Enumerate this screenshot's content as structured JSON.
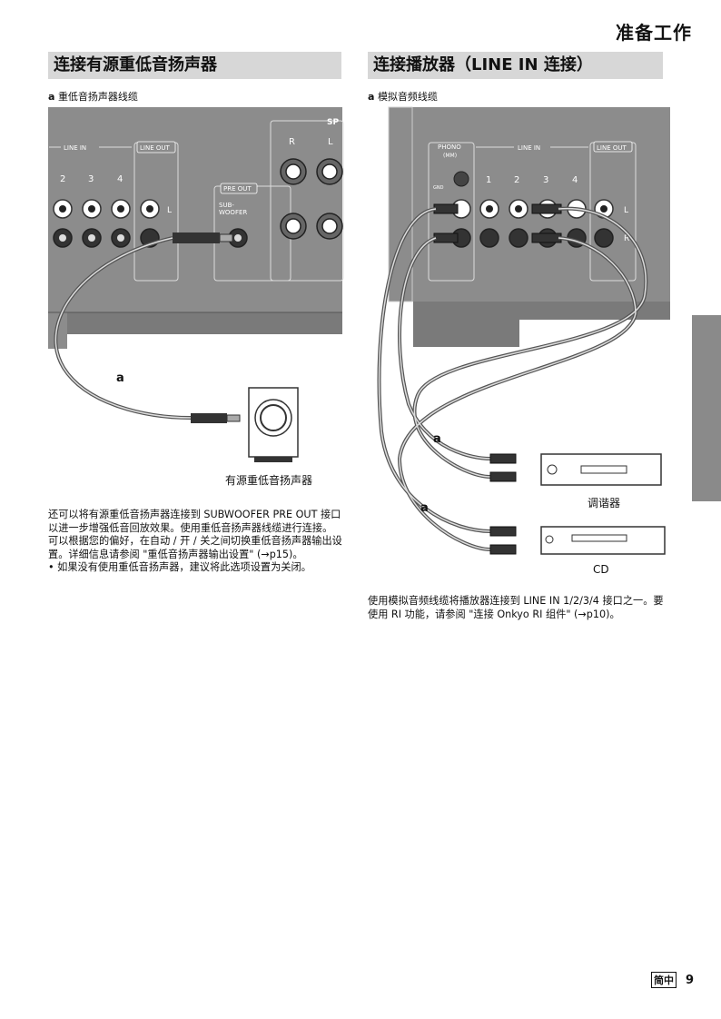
{
  "page": {
    "title": "准备工作",
    "lang_tag": "简中",
    "page_number": "9"
  },
  "left": {
    "heading": "连接有源重低音扬声器",
    "caption_letter": "a",
    "caption_text": "重低音扬声器线缆",
    "panel": {
      "line_in": "LINE IN",
      "line_out": "LINE OUT",
      "pre_out": "PRE OUT",
      "sub_woofer_1": "SUB-",
      "sub_woofer_2": "WOOFER",
      "spk": "SP",
      "ch_r": "R",
      "ch_l": "L",
      "n2": "2",
      "n3": "3",
      "n4": "4",
      "lo_l": "L"
    },
    "cable_label": "a",
    "device_label": "有源重低音扬声器",
    "paragraphs": [
      "还可以将有源重低音扬声器连接到 SUBWOOFER PRE OUT 接口以进一步增强低音回放效果。使用重低音扬声器线缆进行连接。",
      "可以根据您的偏好，在自动 / 开 / 关之间切换重低音扬声器输出设置。详细信息请参阅 \"重低音扬声器输出设置\" (→p15)。",
      "• 如果没有使用重低音扬声器，建议将此选项设置为关闭。"
    ]
  },
  "right": {
    "heading": "连接播放器（LINE IN 连接）",
    "caption_letter": "a",
    "caption_text": "模拟音频线缆",
    "panel": {
      "phono": "PHONO",
      "mm": "(MM)",
      "gnd": "GND",
      "line_in": "LINE IN",
      "line_out": "LINE OUT",
      "n1": "1",
      "n2": "2",
      "n3": "3",
      "n4": "4",
      "ch_l": "L",
      "ch_r": "R"
    },
    "cable_label_1": "a",
    "cable_label_2": "a",
    "device_1": "调谐器",
    "device_2": "CD",
    "paragraph": "使用模拟音频线缆将播放器连接到 LINE IN 1/2/3/4 接口之一。要使用 RI 功能，请参阅 \"连接 Onkyo RI 组件\" (→p10)。"
  }
}
